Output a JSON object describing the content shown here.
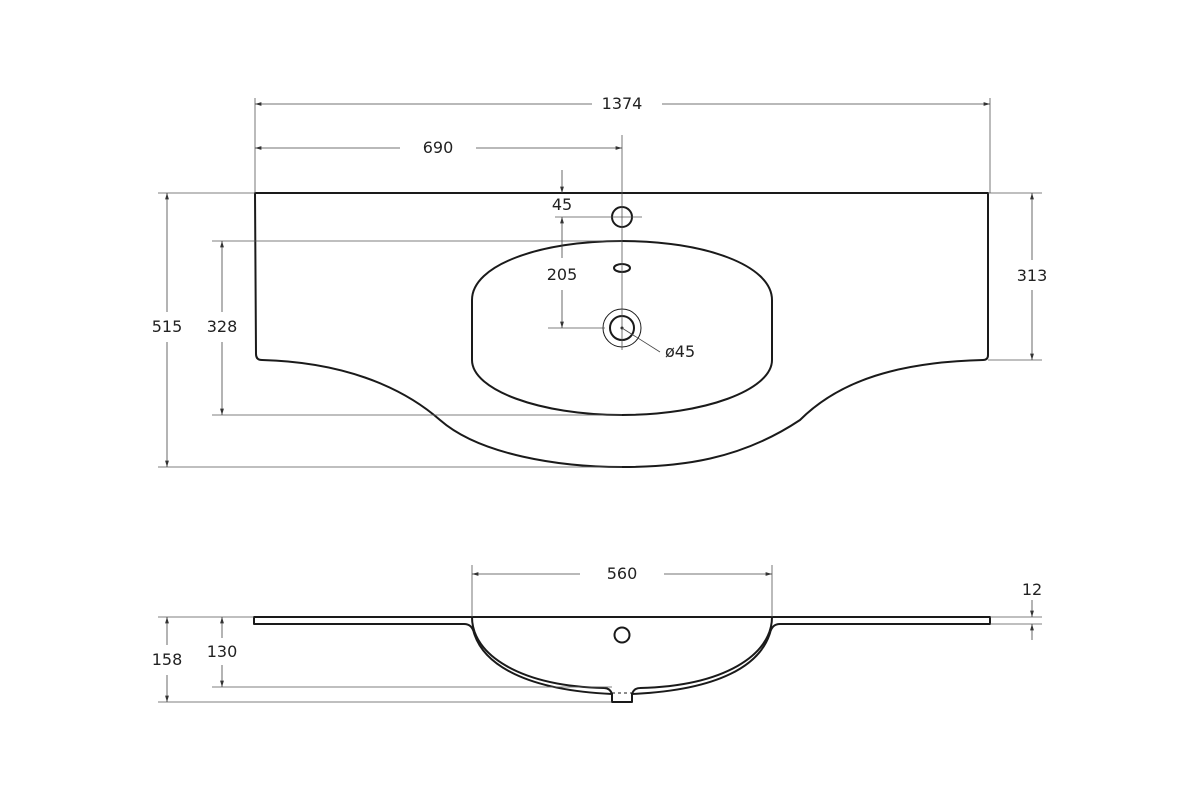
{
  "drawing": {
    "top_view": {
      "dimensions": {
        "overall_width": "1374",
        "tap_hole_offset": "690",
        "overall_depth": "515",
        "bowl_depth": "328",
        "side_depth": "313",
        "tap_hole_from_edge": "45",
        "tap_to_drain": "205",
        "drain_diameter": "ø45"
      }
    },
    "side_view": {
      "dimensions": {
        "bowl_width": "560",
        "slab_thickness": "12",
        "total_height": "158",
        "bowl_height": "130"
      }
    },
    "colors": {
      "line": "#1a1a1a",
      "dimension": "#444444"
    }
  }
}
